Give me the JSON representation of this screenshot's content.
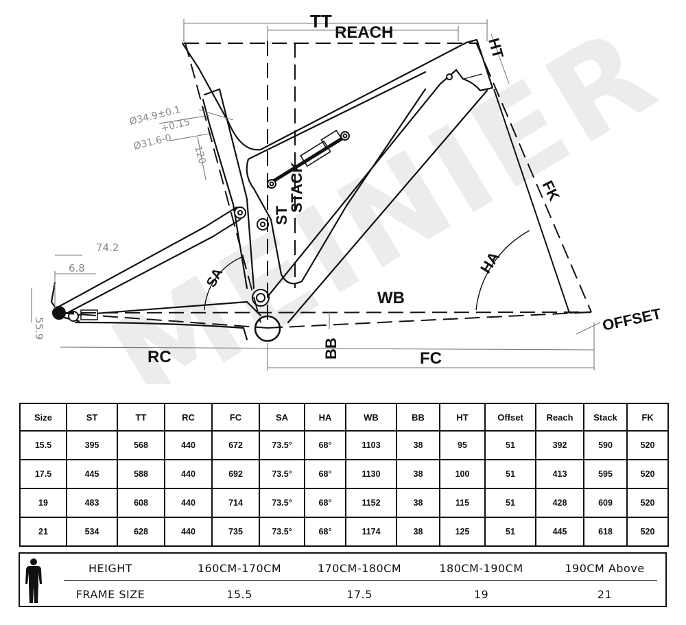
{
  "watermark": "MEINIER",
  "diagram": {
    "labels": {
      "tt": "TT",
      "reach": "REACH",
      "ht": "HT",
      "stack": "STACK",
      "st": "ST",
      "fk": "FK",
      "ha": "HA",
      "sa": "SA",
      "wb": "WB",
      "offset": "OFFSET",
      "rc": "RC",
      "fc": "FC",
      "bb": "BB"
    },
    "dims": {
      "seatpost_outer": "Ø34.9±0.1",
      "tolerance": "+0.15",
      "seatpost_inner": "Ø31.6-0",
      "insert": "120",
      "shock_length": "74.2",
      "axle_offset": "6.8",
      "dropout": "55.9"
    }
  },
  "geometry_table": {
    "headers": [
      "Size",
      "ST",
      "TT",
      "RC",
      "FC",
      "SA",
      "HA",
      "WB",
      "BB",
      "HT",
      "Offset",
      "Reach",
      "Stack",
      "FK"
    ],
    "rows": [
      [
        "15.5",
        "395",
        "568",
        "440",
        "672",
        "73.5°",
        "68°",
        "1103",
        "38",
        "95",
        "51",
        "392",
        "590",
        "520"
      ],
      [
        "17.5",
        "445",
        "588",
        "440",
        "692",
        "73.5°",
        "68°",
        "1130",
        "38",
        "100",
        "51",
        "413",
        "595",
        "520"
      ],
      [
        "19",
        "483",
        "608",
        "440",
        "714",
        "73.5°",
        "68°",
        "1152",
        "38",
        "115",
        "51",
        "428",
        "609",
        "520"
      ],
      [
        "21",
        "534",
        "628",
        "440",
        "735",
        "73.5°",
        "68°",
        "1174",
        "38",
        "125",
        "51",
        "445",
        "618",
        "520"
      ]
    ]
  },
  "size_guide": {
    "height_label": "HEIGHT",
    "frame_label": "FRAME SIZE",
    "heights": [
      "160CM-170CM",
      "170CM-180CM",
      "180CM-190CM",
      "190CM Above"
    ],
    "sizes": [
      "15.5",
      "17.5",
      "19",
      "21"
    ]
  }
}
